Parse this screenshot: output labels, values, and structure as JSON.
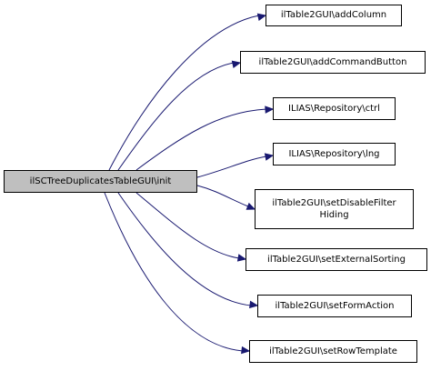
{
  "colors": {
    "edge": "#191970",
    "root_fill": "#bfbfbf",
    "node_fill": "#ffffff",
    "node_border": "#000000"
  },
  "root": {
    "label": "ilSCTreeDuplicatesTableGUI\\init"
  },
  "callees": [
    {
      "id": "addColumn",
      "lines": [
        "ilTable2GUI\\addColumn"
      ]
    },
    {
      "id": "addCommandButton",
      "lines": [
        "ilTable2GUI\\addCommandButton"
      ]
    },
    {
      "id": "ctrl",
      "lines": [
        "ILIAS\\Repository\\ctrl"
      ]
    },
    {
      "id": "lng",
      "lines": [
        "ILIAS\\Repository\\lng"
      ]
    },
    {
      "id": "setDisableFilterHiding",
      "lines": [
        "ilTable2GUI\\setDisableFilter",
        "Hiding"
      ]
    },
    {
      "id": "setExternalSorting",
      "lines": [
        "ilTable2GUI\\setExternalSorting"
      ]
    },
    {
      "id": "setFormAction",
      "lines": [
        "ilTable2GUI\\setFormAction"
      ]
    },
    {
      "id": "setRowTemplate",
      "lines": [
        "ilTable2GUI\\setRowTemplate"
      ]
    }
  ]
}
